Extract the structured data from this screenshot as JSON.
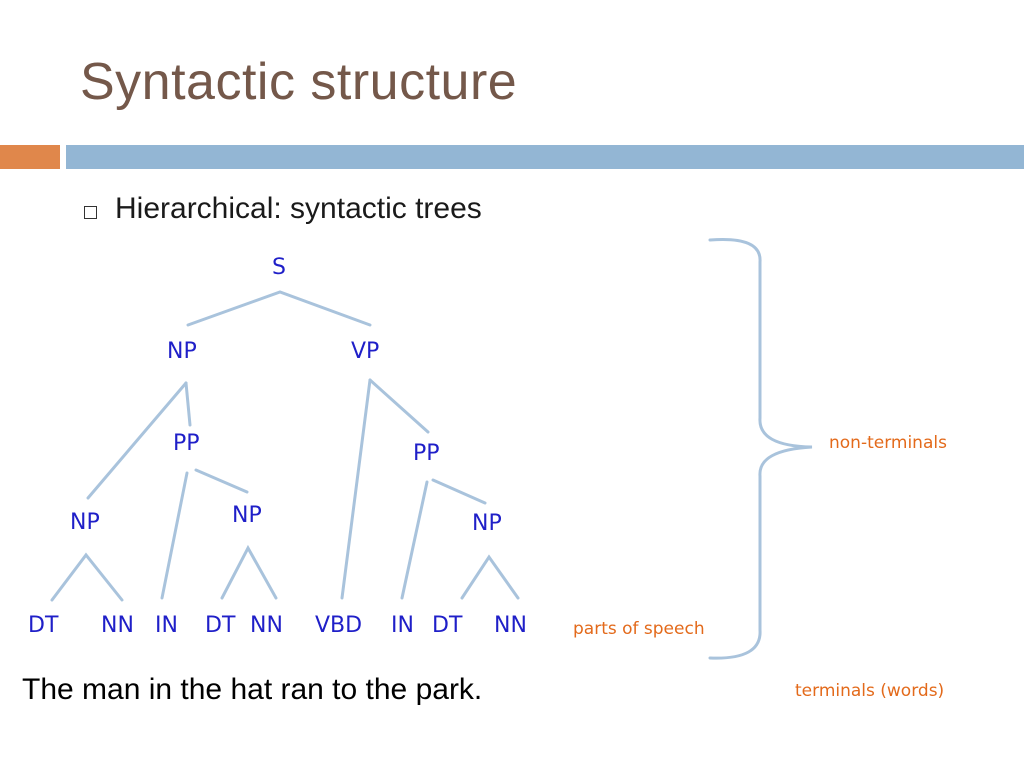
{
  "slide": {
    "title": "Syntactic structure",
    "bullet": "Hierarchical: syntactic trees",
    "sentence": "The man in the hat ran to the park."
  },
  "tree": {
    "s": "S",
    "np_top": "NP",
    "vp": "VP",
    "pp_left": "PP",
    "pp_right": "PP",
    "np_left": "NP",
    "np_mid": "NP",
    "np_right": "NP",
    "pos_tags": [
      "DT",
      "NN",
      "IN",
      "DT",
      "NN",
      "VBD",
      "IN",
      "DT",
      "NN"
    ]
  },
  "annotations": {
    "non_terminals": "non-terminals",
    "parts_of_speech": "parts of speech",
    "terminals": "terminals (words)"
  },
  "colors": {
    "title": "#74584a",
    "node_label": "#1f1fc8",
    "annotation": "#e36a1b",
    "accent_orange": "#e0874b",
    "accent_blue": "#93b6d4",
    "tree_edge": "#a9c3dc"
  }
}
